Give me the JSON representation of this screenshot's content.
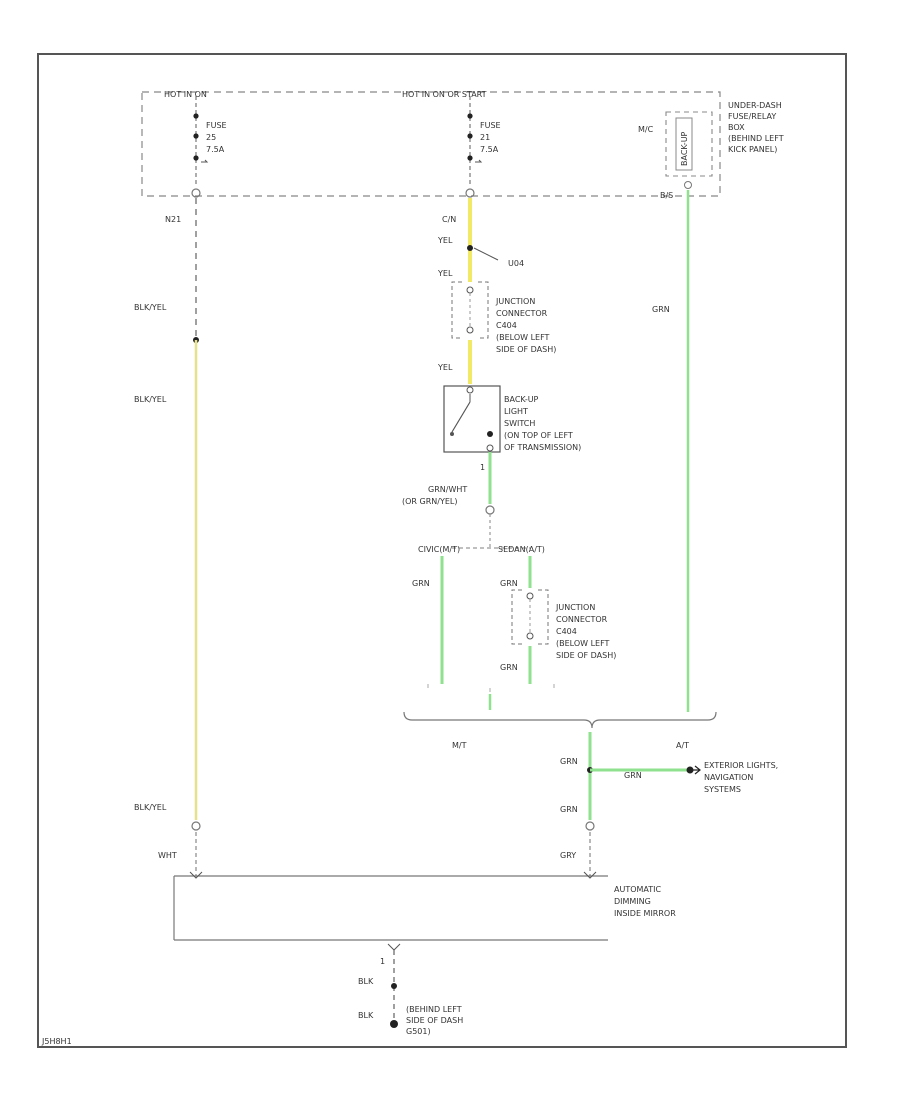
{
  "colors": {
    "frame": "#555555",
    "wire_yellow": "#f2ea66",
    "wire_yellow_dim": "#e6e28c",
    "wire_green": "#8fe08f",
    "dashed": "#888888",
    "text": "#333333"
  },
  "fuse_box": {
    "hot_left": "HOT IN ON",
    "hot_center": "HOT IN ON OR START",
    "label_lines": [
      "UNDER-DASH",
      "FUSE/RELAY",
      "BOX",
      "(BEHIND LEFT",
      "KICK PANEL)"
    ],
    "fuse_left": {
      "word": "FUSE",
      "number": "25",
      "amps": "7.5A"
    },
    "fuse_center": {
      "word": "FUSE",
      "number": "21",
      "amps": "7.5A"
    },
    "relay_label": "BACK-UP",
    "pin_center": "C/N",
    "pin_left": "N21",
    "pin_right": "B/S",
    "relay_pin": "M/C"
  },
  "wires": {
    "blk_yel_1": "BLK/YEL",
    "blk_yel_2": "BLK/YEL",
    "blk_yel_3": "BLK/YEL",
    "yel_1": "YEL",
    "yel_2": "YEL",
    "yel_3": "YEL",
    "splice_u": "U04",
    "grn_right": "GRN",
    "grn_wht": "GRN/WHT",
    "grn_wht_alt": "(OR GRN/YEL)",
    "grn_a": "GRN",
    "grn_b": "GRN",
    "grn_c": "GRN",
    "grn_d": "GRN",
    "grn_e": "GRN",
    "grn_f": "GRN",
    "grn_g": "GRN",
    "wht": "WHT",
    "blk_1": "BLK",
    "blk_2": "BLK"
  },
  "junction_1": [
    "JUNCTION",
    "CONNECTOR",
    "C404",
    "(BELOW LEFT",
    "SIDE OF DASH)"
  ],
  "junction_2": [
    "JUNCTION",
    "CONNECTOR",
    "C404",
    "(BELOW LEFT",
    "SIDE OF DASH)"
  ],
  "backup_switch": [
    "BACK-UP",
    "LIGHT",
    "SWITCH",
    "(ON TOP OF LEFT",
    "OF TRANSMISSION)"
  ],
  "switch_pin": "1",
  "branch": {
    "left": "CIVIC(M/T)",
    "right": "SEDAN(A/T)"
  },
  "trans": {
    "mt": "M/T",
    "at": "A/T"
  },
  "exterior": [
    "EXTERIOR LIGHTS,",
    "NAVIGATION",
    "SYSTEMS"
  ],
  "mirror": [
    "AUTOMATIC",
    "DIMMING",
    "INSIDE MIRROR"
  ],
  "mirror_pins": {
    "left": "WHT",
    "right": "GRY",
    "ground_pin": "1"
  },
  "ground": [
    "(BEHIND LEFT",
    "SIDE OF DASH",
    "G501)"
  ],
  "figure_code": "J5H8H1"
}
